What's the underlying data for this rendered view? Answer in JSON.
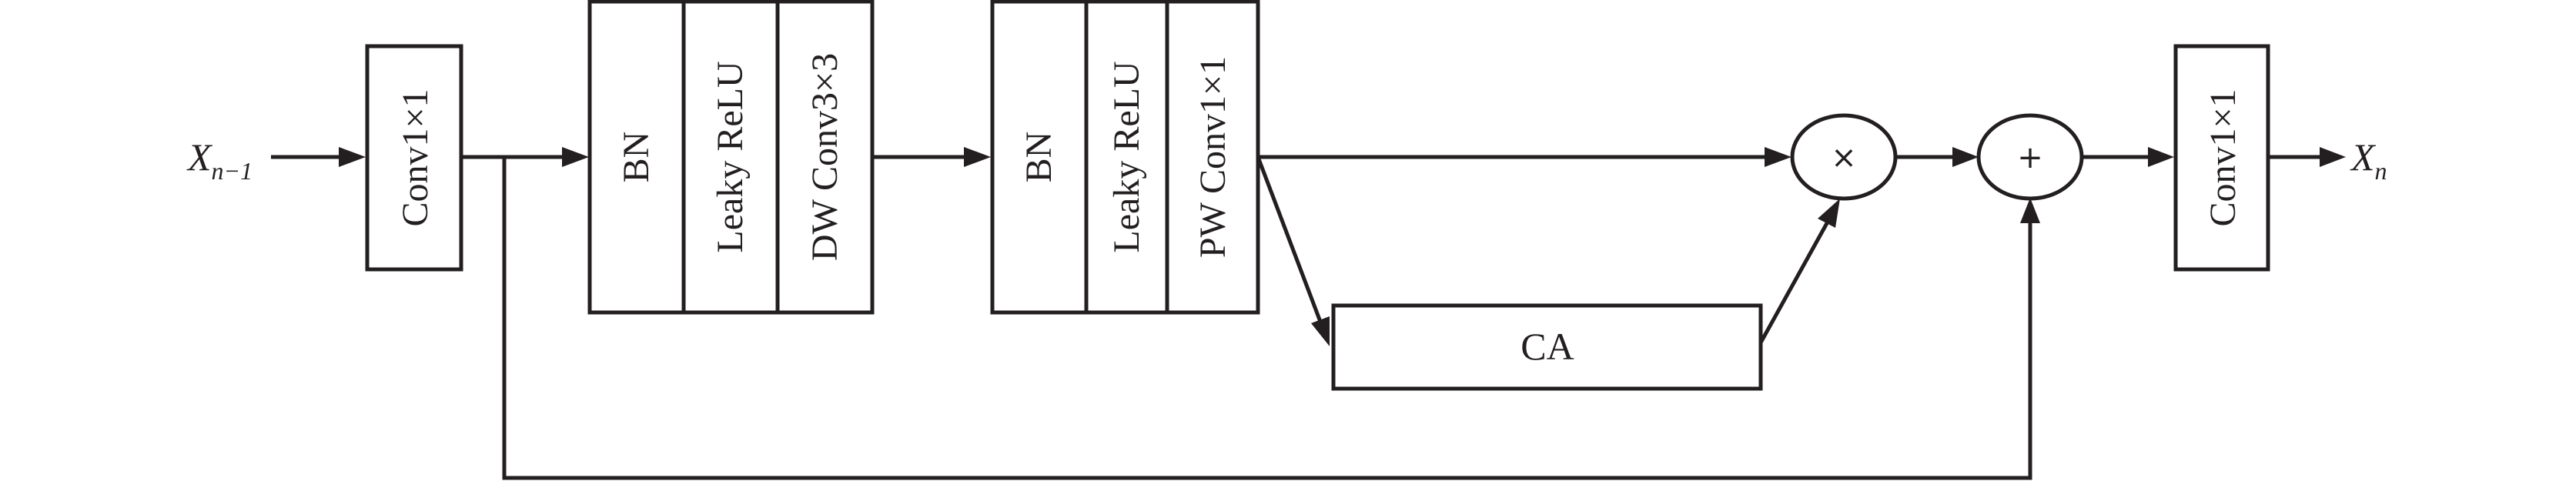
{
  "input": {
    "symbol": "X",
    "subscript": "n−1"
  },
  "output": {
    "symbol": "X",
    "subscript": "n"
  },
  "conv_in": "Conv1×1",
  "block1": [
    "BN",
    "Leaky ReLU",
    "DW Conv3×3"
  ],
  "block2": [
    "BN",
    "Leaky ReLU",
    "PW Conv1×1"
  ],
  "ca": "CA",
  "multiply": "×",
  "add": "+",
  "conv_out": "Conv1×1"
}
